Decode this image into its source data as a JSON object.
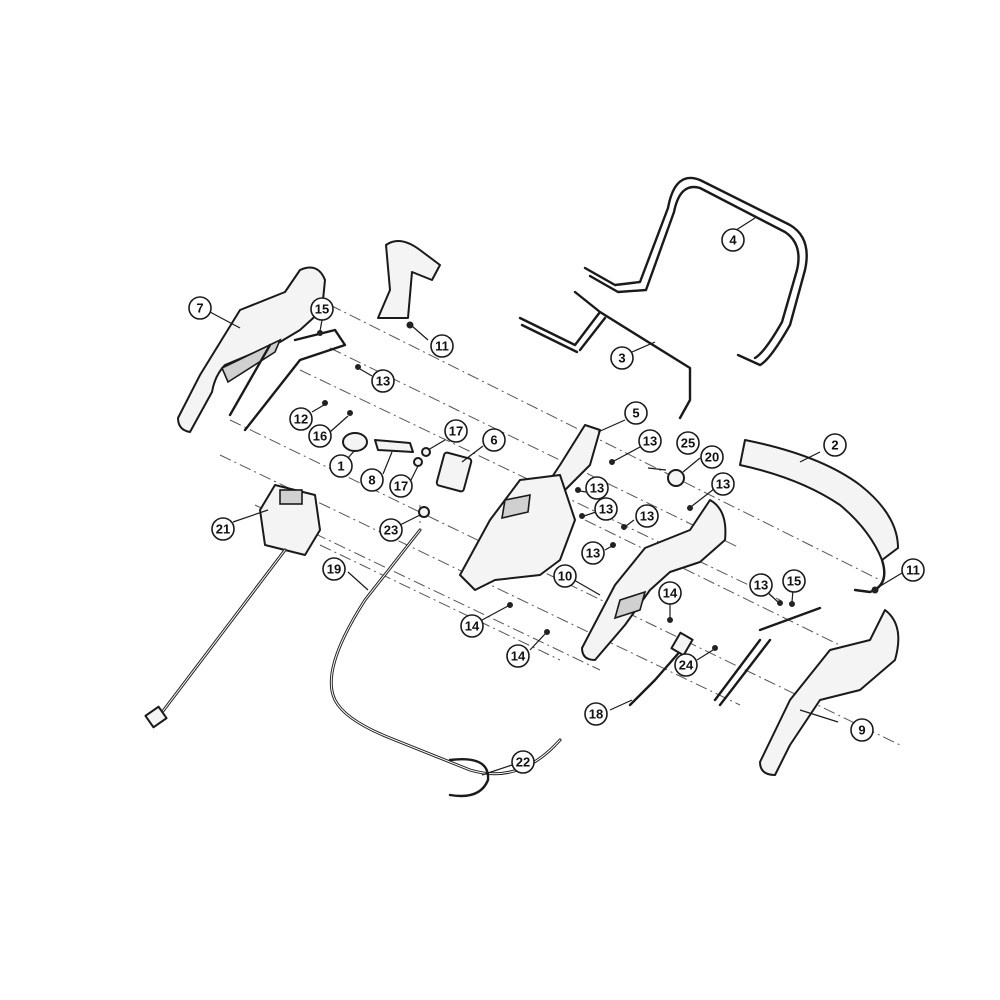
{
  "callouts": [
    "1",
    "2",
    "3",
    "4",
    "5",
    "6",
    "7",
    "8",
    "9",
    "10",
    "11",
    "11",
    "12",
    "13",
    "13",
    "13",
    "13",
    "13",
    "13",
    "13",
    "13",
    "14",
    "14",
    "14",
    "15",
    "15",
    "16",
    "17",
    "17",
    "18",
    "19",
    "20",
    "21",
    "22",
    "23",
    "24",
    "25"
  ]
}
